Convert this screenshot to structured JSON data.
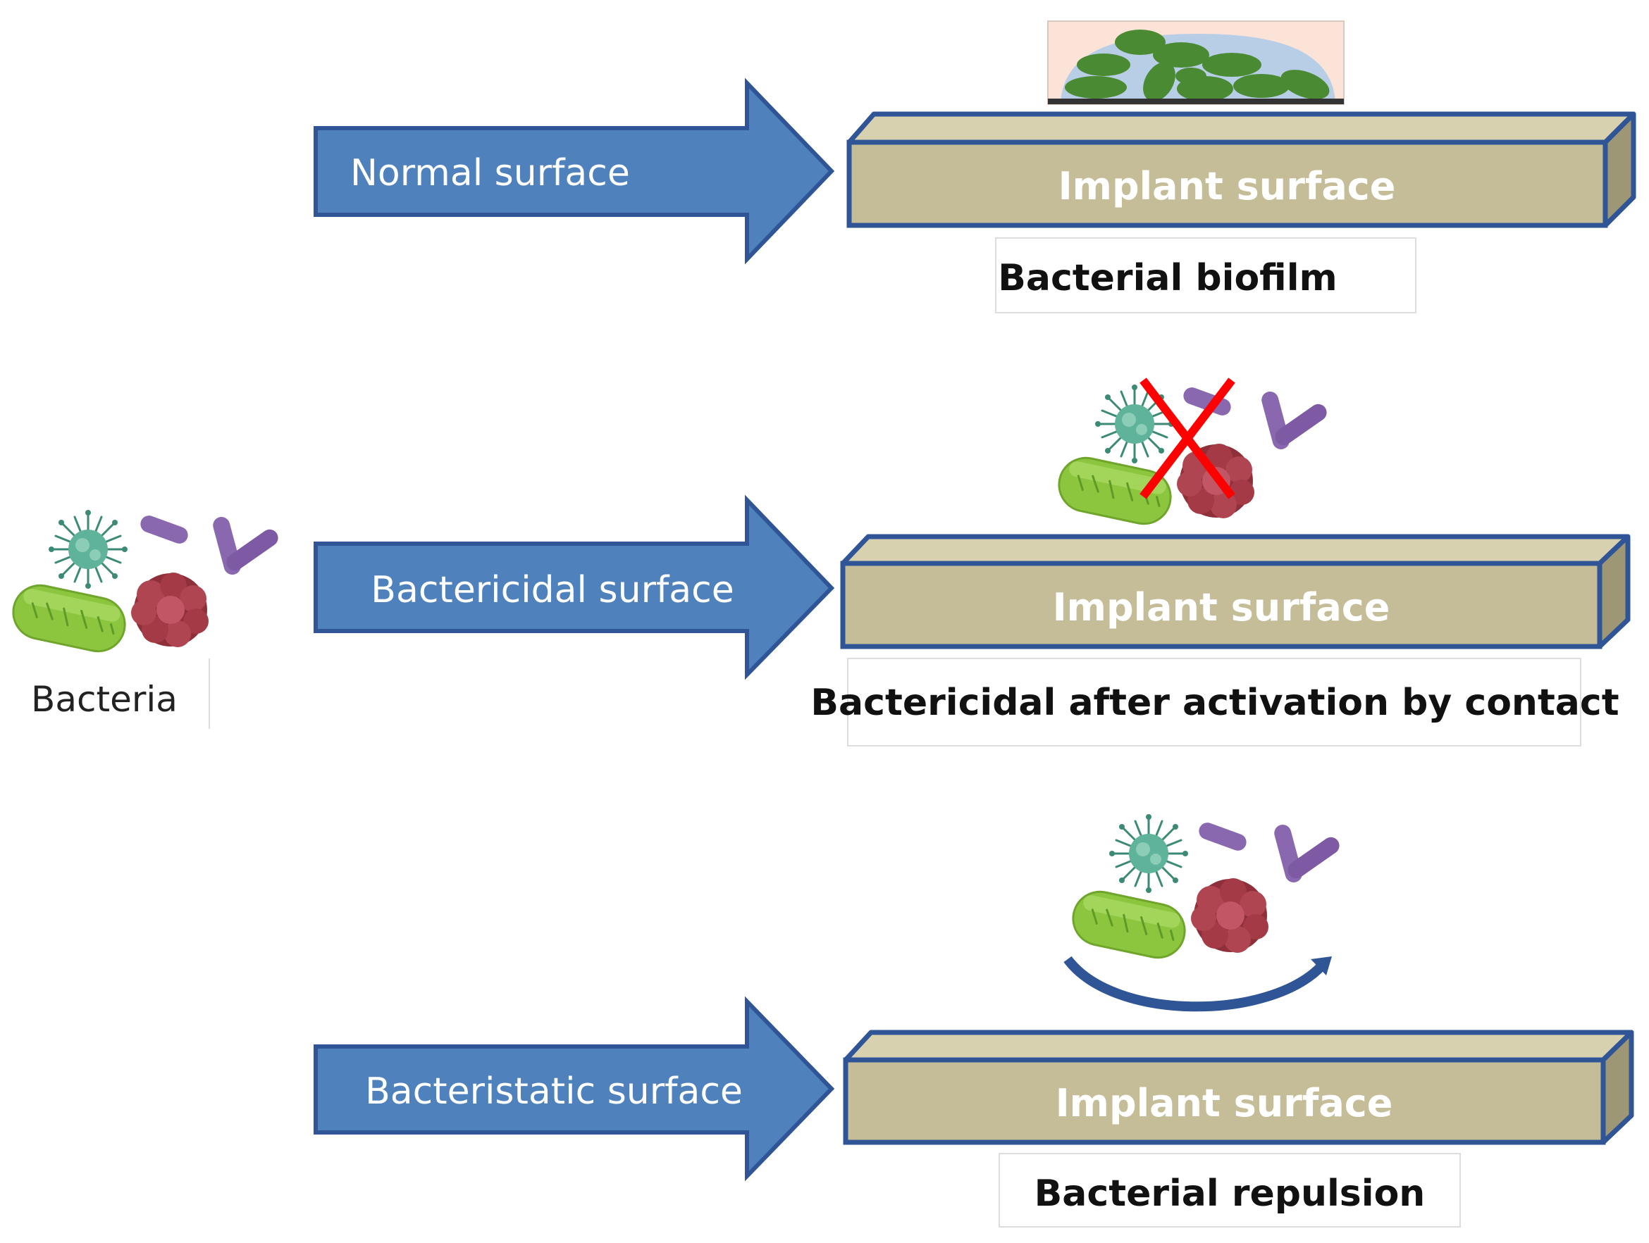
{
  "colors": {
    "arrow_fill": "#4f81bd",
    "arrow_stroke": "#2f5597",
    "plank_front": "#c4bd97",
    "plank_top": "#d7d1b0",
    "plank_side": "#9d9776",
    "plank_stroke": "#2f5597",
    "biofilm_matrix": "#b7cee6",
    "biofilm_cells": "#4a8a32",
    "cross": "#ff0000",
    "repulsion_arrow": "#2f5597",
    "rod_green": "#8cc63f",
    "coccus_red": "#a33a45",
    "virus_teal": "#4fa38c",
    "rod_purple": "#8a68b0"
  },
  "legend": {
    "bacteria_label": "Bacteria"
  },
  "rows": [
    {
      "arrow_label": "Normal surface",
      "plank_label": "Implant surface",
      "caption": "Bacterial biofilm",
      "illustration": "biofilm"
    },
    {
      "arrow_label": "Bactericidal surface",
      "plank_label": "Implant surface",
      "caption": "Bactericidal after activation by contact",
      "illustration": "bacteria-crossed-out"
    },
    {
      "arrow_label": "Bacteristatic surface",
      "plank_label": "Implant surface",
      "caption": "Bacterial repulsion",
      "illustration": "bacteria-repelled"
    }
  ]
}
